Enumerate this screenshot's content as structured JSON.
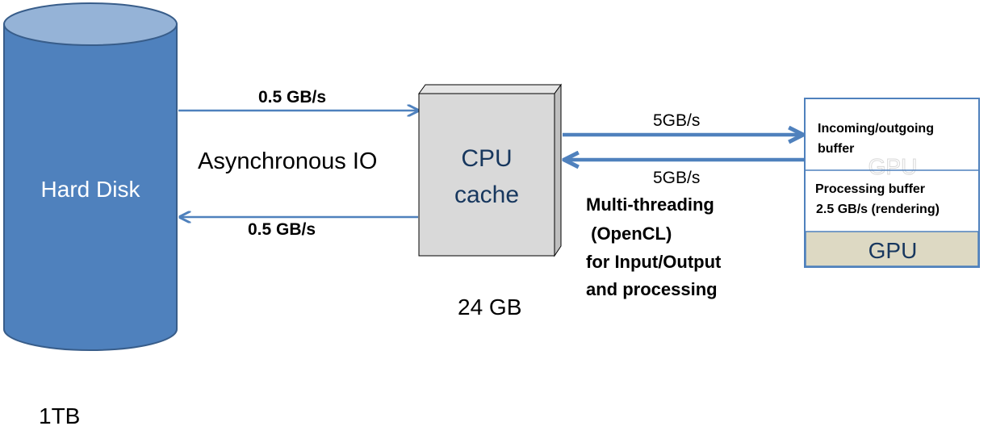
{
  "hard_disk": {
    "label": "Hard Disk",
    "capacity": "1TB"
  },
  "cpu": {
    "label_line1": "CPU",
    "label_line2": "cache",
    "capacity": "24 GB"
  },
  "links": {
    "disk_to_cpu_rate": "0.5 GB/s",
    "cpu_to_disk_rate": "0.5 GB/s",
    "disk_io_label": "Asynchronous IO",
    "cpu_to_gpu_rate": "5GB/s",
    "gpu_to_cpu_rate": "5GB/s"
  },
  "processing_note": {
    "line1": "Multi-threading",
    "line2": " (OpenCL)",
    "line3": "for Input/Output",
    "line4": "and processing"
  },
  "gpu": {
    "io_buffer_line1": "Incoming/outgoing",
    "io_buffer_line2": "buffer",
    "watermark": "GPU",
    "processing_buffer_line1": "Processing buffer",
    "processing_buffer_line2": "2.5 GB/s (rendering)",
    "label": "GPU"
  },
  "colors": {
    "disk_fill": "#4f81bd",
    "disk_top": "#95b3d7",
    "disk_stroke": "#385d8a",
    "cpu_fill": "#d9d9d9",
    "arrow": "#4f81bd",
    "gpu_label_fill": "#ddd9c3",
    "gpu_border": "#4f81bd"
  }
}
